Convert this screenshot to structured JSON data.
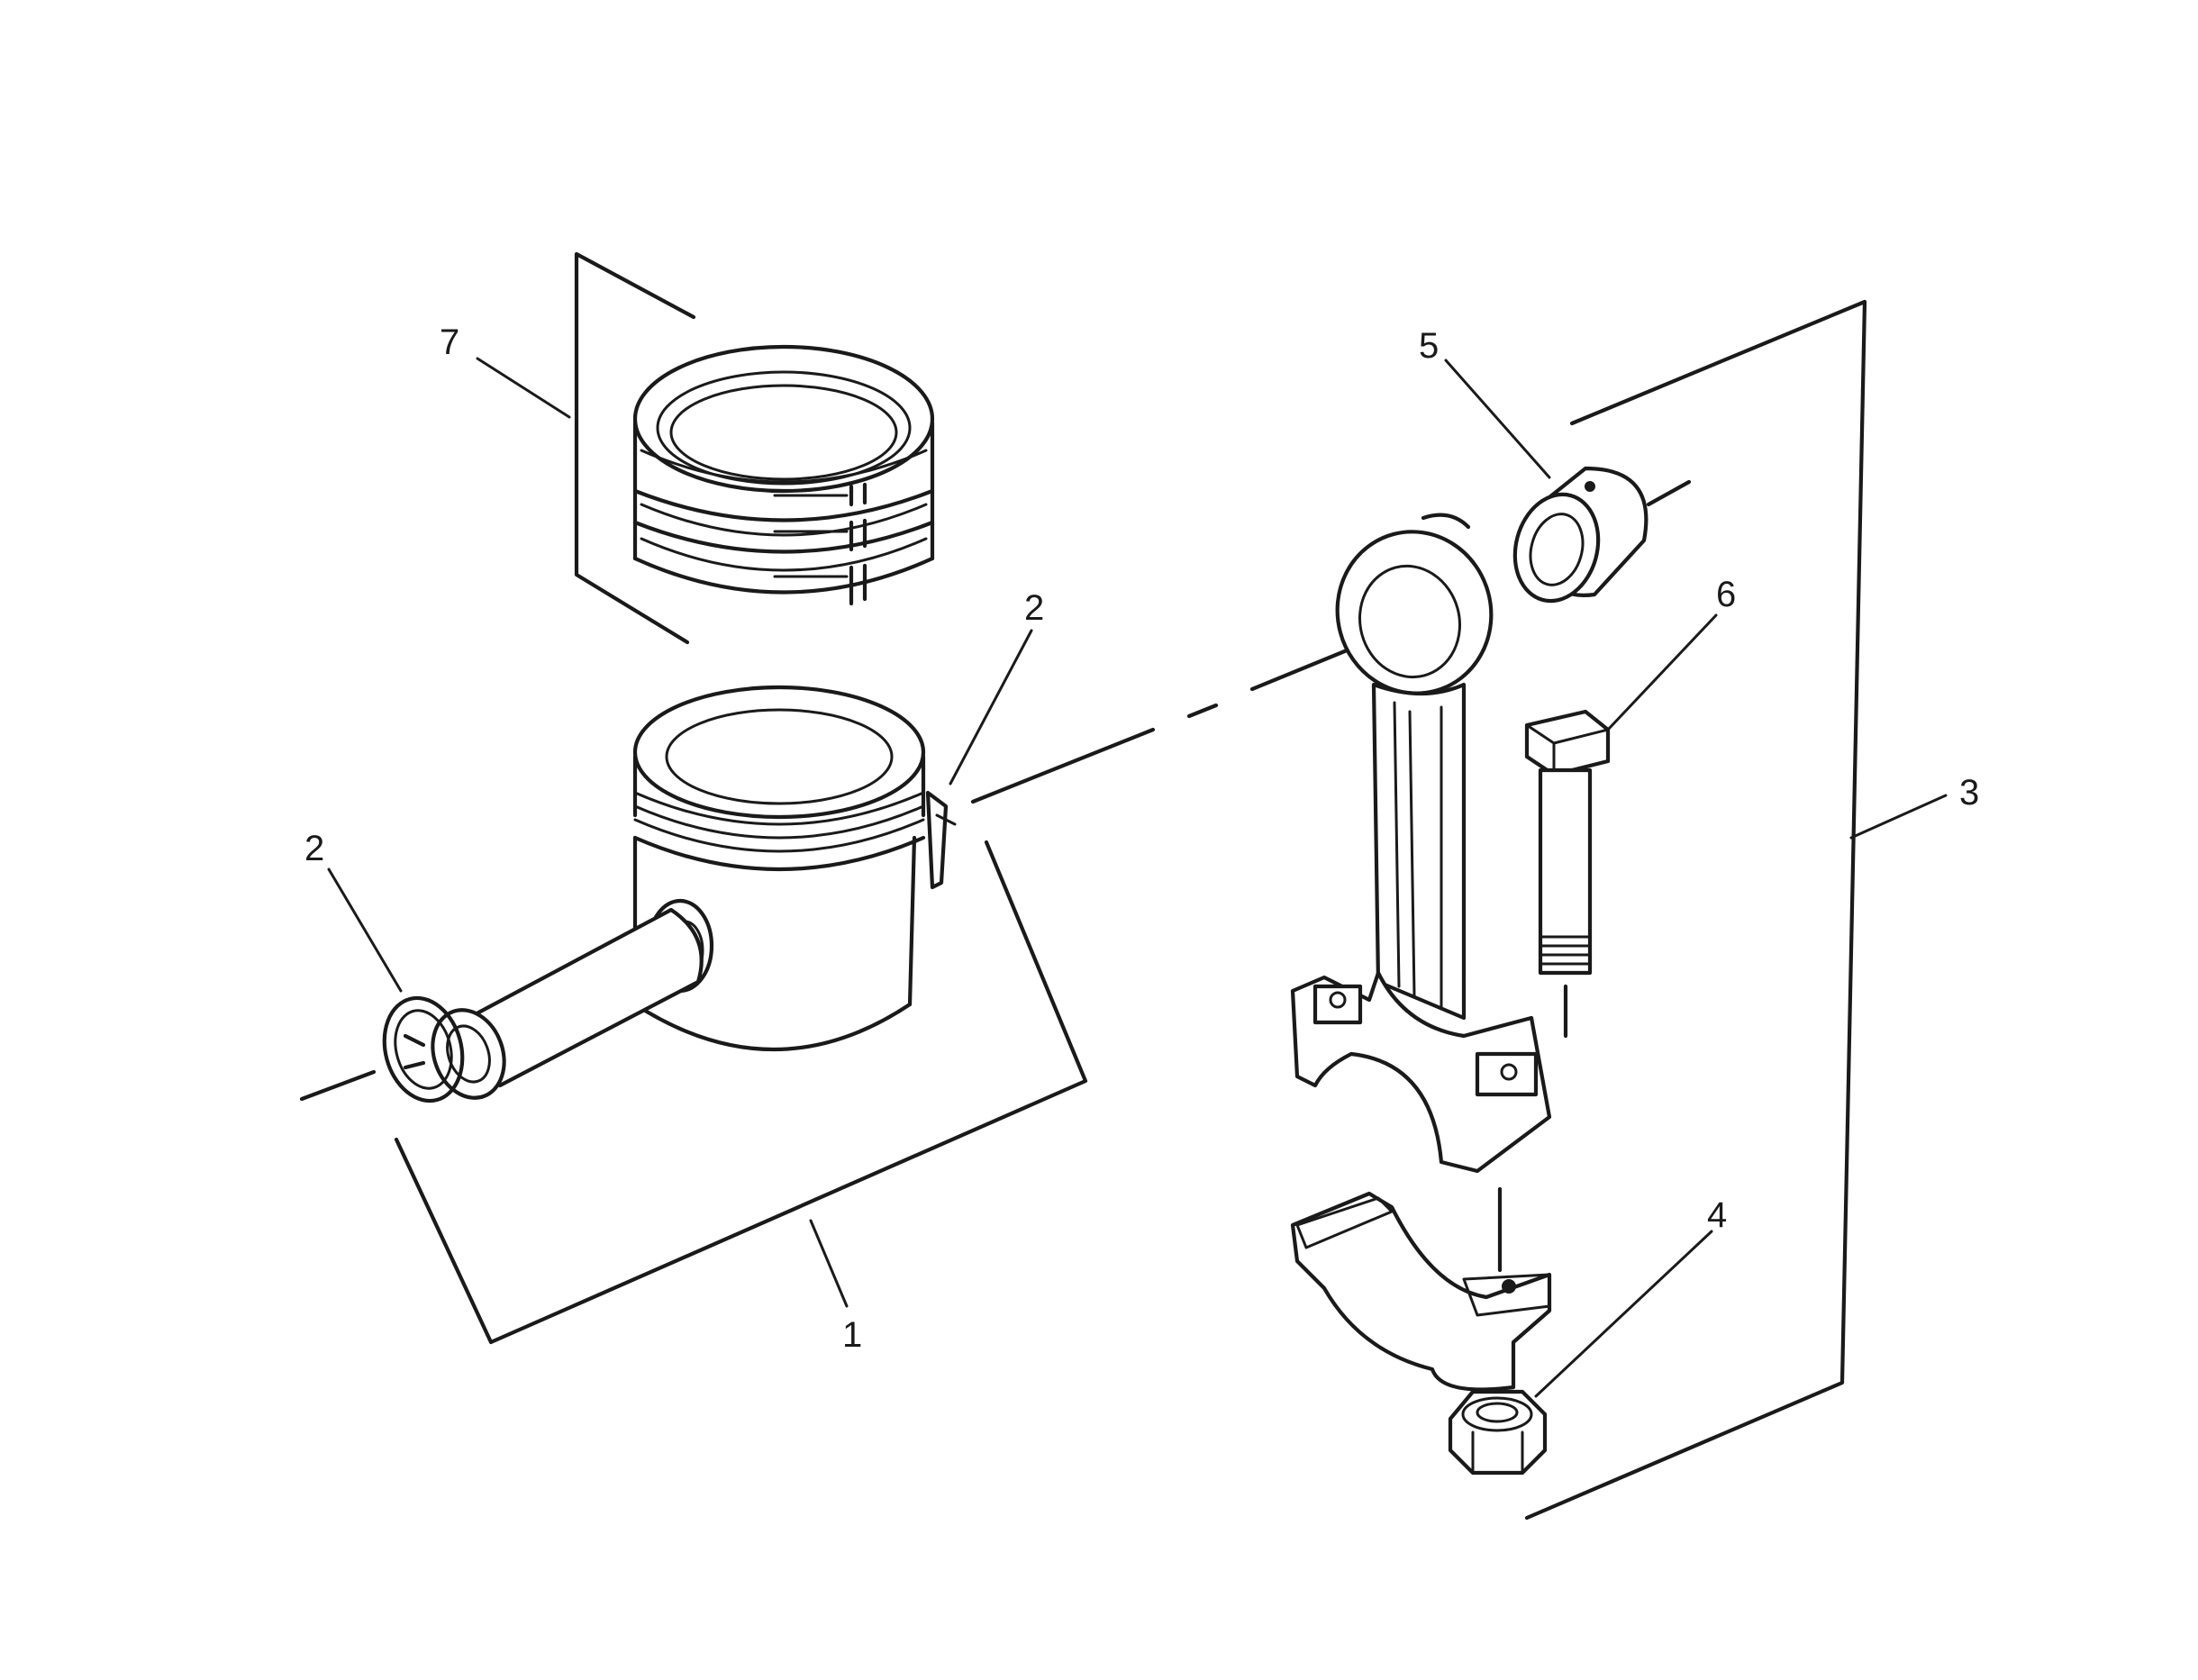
{
  "callouts": [
    {
      "id": "piston",
      "label": "1"
    },
    {
      "id": "circlip-left",
      "label": "2"
    },
    {
      "id": "circlip-right",
      "label": "2"
    },
    {
      "id": "connecting-rod",
      "label": "3"
    },
    {
      "id": "nut",
      "label": "4"
    },
    {
      "id": "small-end-bush",
      "label": "5"
    },
    {
      "id": "big-end-bolt",
      "label": "6"
    },
    {
      "id": "piston-rings",
      "label": "7"
    }
  ],
  "colors": {
    "ink": "#1a1a1a",
    "paper": "#ffffff"
  }
}
